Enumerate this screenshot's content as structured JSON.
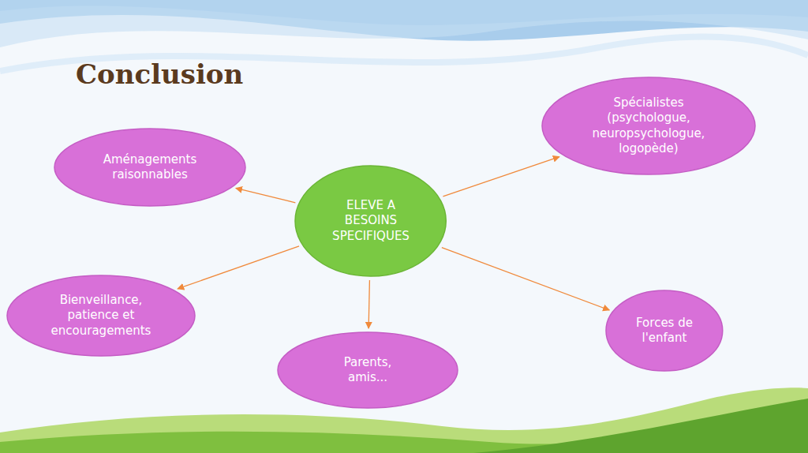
{
  "diagram": {
    "title": "Conclusion",
    "nodes": [
      {
        "text": [
          "Spécialistes (psychologue, neuropsychologue, logopède)"
        ]
      },
      {
        "text": [
          "Aménagements raisonnables"
        ]
      },
      {
        "text": [
          "ELEVE A BESOINS SPECIFIQUES"
        ]
      },
      {
        "text": [
          "Bienveillance, patience et encouragements"
        ]
      },
      {
        "text": [
          "Forces de l'enfant"
        ]
      },
      {
        "text": [
          "Parents, amis..."
        ]
      }
    ],
    "edges": [
      {
        "from": 2,
        "to": 0,
        "arrow": "to"
      },
      {
        "from": 2,
        "to": 1,
        "arrow": "to"
      },
      {
        "from": 2,
        "to": 3,
        "arrow": "to"
      },
      {
        "from": 2,
        "to": 4,
        "arrow": "to"
      },
      {
        "from": 2,
        "to": 5,
        "arrow": "to"
      }
    ]
  }
}
